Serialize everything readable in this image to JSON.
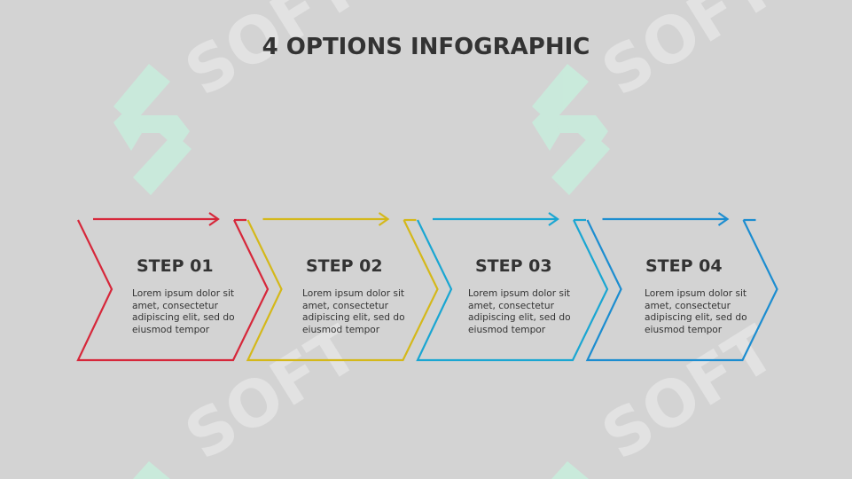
{
  "title": "4 OPTIONS INFOGRAPHIC",
  "watermark": "SOFT",
  "steps": [
    {
      "title": "STEP 01",
      "text": "Lorem ipsum dolor sit amet, consectetur adipiscing elit, sed do eiusmod tempor",
      "color": "#d6273a"
    },
    {
      "title": "STEP 02",
      "text": "Lorem ipsum dolor sit amet, consectetur adipiscing elit, sed do eiusmod tempor",
      "color": "#d4b81a"
    },
    {
      "title": "STEP 03",
      "text": "Lorem ipsum dolor sit amet, consectetur adipiscing elit, sed do eiusmod tempor",
      "color": "#1aa6d2"
    },
    {
      "title": "STEP 04",
      "text": "Lorem ipsum dolor sit amet, consectetur adipiscing elit, sed do eiusmod tempor",
      "color": "#1c8dd0"
    }
  ],
  "colors": {
    "background": "#d3d3d3",
    "text": "#333333",
    "logo": "#c8ecdc"
  }
}
